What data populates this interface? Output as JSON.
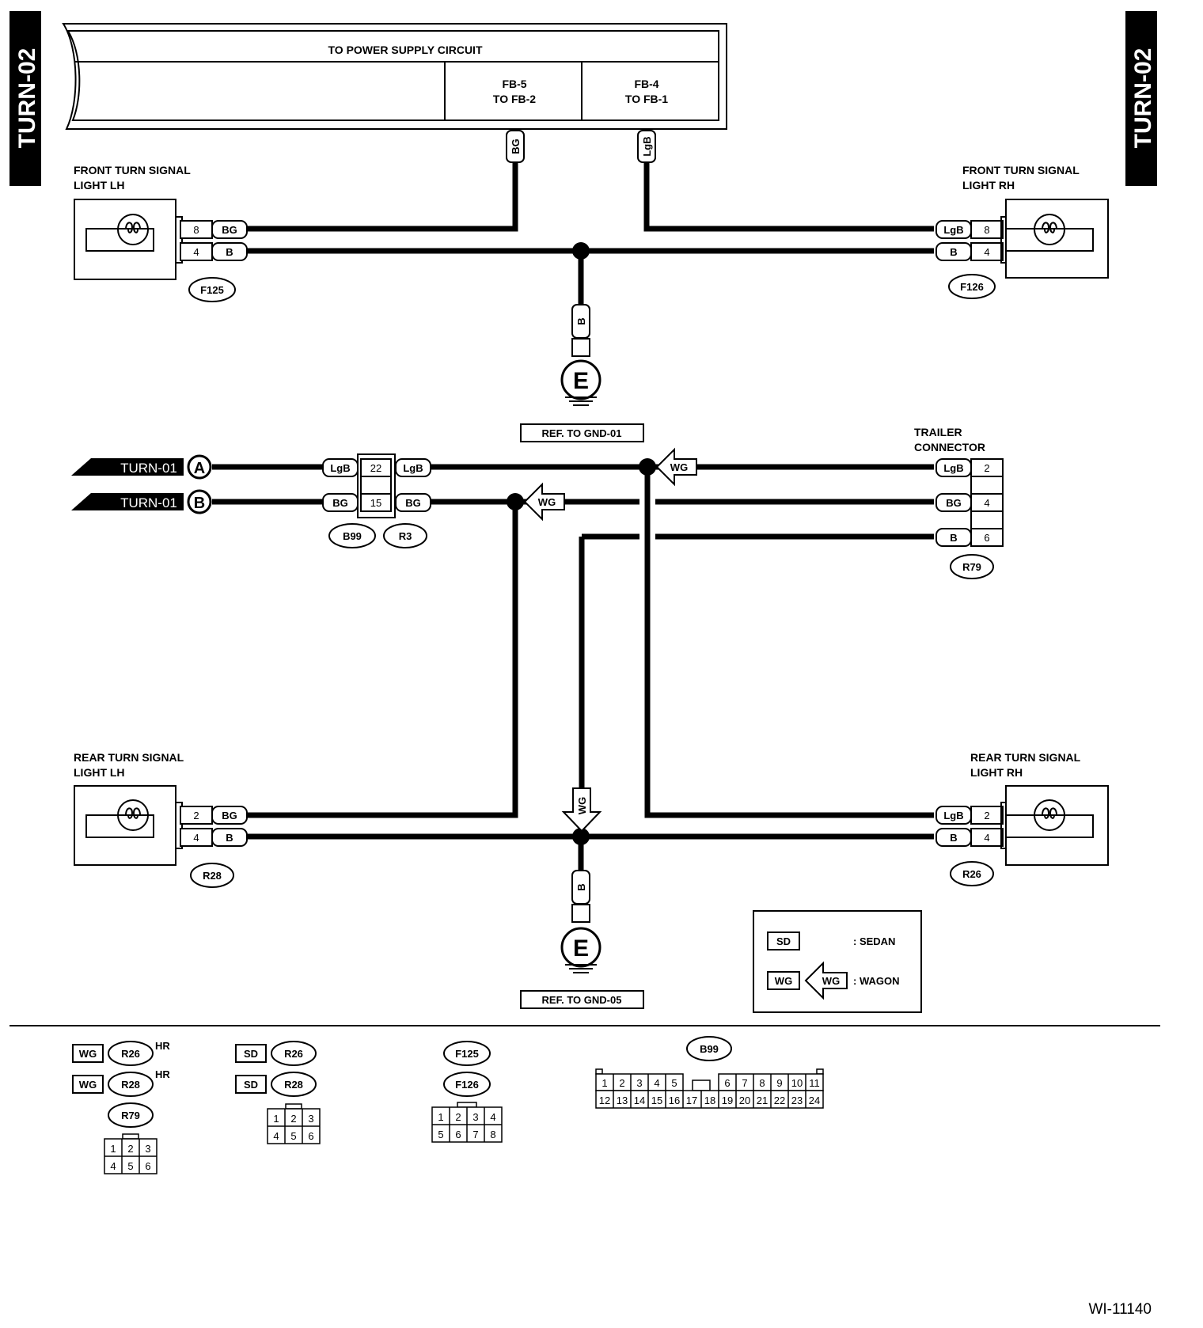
{
  "side_tab": "TURN-02",
  "power_box": {
    "title": "TO POWER SUPPLY CIRCUIT",
    "fb5_line1": "FB-5",
    "fb5_line2": "TO FB-2",
    "fb4_line1": "FB-4",
    "fb4_line2": "TO FB-1"
  },
  "wire_colors": {
    "bg": "BG",
    "lgb": "LgB",
    "b": "B",
    "wg": "WG"
  },
  "front_lh": {
    "title_line1": "FRONT TURN SIGNAL",
    "title_line2": "LIGHT LH",
    "pin_top": "8",
    "pin_bottom": "4",
    "connector": "F125"
  },
  "front_rh": {
    "title_line1": "FRONT TURN SIGNAL",
    "title_line2": "LIGHT RH",
    "pin_top": "8",
    "pin_bottom": "4",
    "connector": "F126"
  },
  "ground_front": {
    "symbol": "E",
    "ref": "REF. TO GND-01"
  },
  "ground_rear": {
    "symbol": "E",
    "ref": "REF. TO GND-05"
  },
  "turn_refs": {
    "a_text": "TURN-01",
    "a_letter": "A",
    "b_text": "TURN-01",
    "b_letter": "B"
  },
  "joint": {
    "pin_a": "22",
    "pin_b": "15",
    "conn_left": "B99",
    "conn_right": "R3"
  },
  "trailer": {
    "title_line1": "TRAILER",
    "title_line2": "CONNECTOR",
    "pin1": "2",
    "pin2": "4",
    "pin3": "6",
    "connector": "R79"
  },
  "rear_lh": {
    "title_line1": "REAR TURN SIGNAL",
    "title_line2": "LIGHT LH",
    "pin_top": "2",
    "pin_bottom": "4",
    "connector": "R28"
  },
  "rear_rh": {
    "title_line1": "REAR TURN SIGNAL",
    "title_line2": "LIGHT RH",
    "pin_top": "2",
    "pin_bottom": "4",
    "connector": "R26"
  },
  "legend": {
    "sd_tag": "SD",
    "sd_text": ": SEDAN",
    "wg_tag": "WG",
    "wg_text": ": WAGON"
  },
  "bottom": {
    "g1": {
      "tag": "WG",
      "c1": "R26",
      "c2": "R28",
      "hr": "HR",
      "c3": "R79",
      "pins": [
        "1",
        "2",
        "3",
        "4",
        "5",
        "6"
      ]
    },
    "g2": {
      "tag": "SD",
      "c1": "R26",
      "c2": "R28",
      "pins": [
        "1",
        "2",
        "3",
        "4",
        "5",
        "6"
      ]
    },
    "g3": {
      "c1": "F125",
      "c2": "F126",
      "pins": [
        "1",
        "2",
        "3",
        "4",
        "5",
        "6",
        "7",
        "8"
      ]
    },
    "g4": {
      "c1": "B99",
      "row1": [
        "1",
        "2",
        "3",
        "4",
        "5",
        "6",
        "7",
        "8",
        "9",
        "10",
        "11"
      ],
      "row2": [
        "12",
        "13",
        "14",
        "15",
        "16",
        "17",
        "18",
        "19",
        "20",
        "21",
        "22",
        "23",
        "24"
      ]
    }
  },
  "figure_id": "WI-11140"
}
